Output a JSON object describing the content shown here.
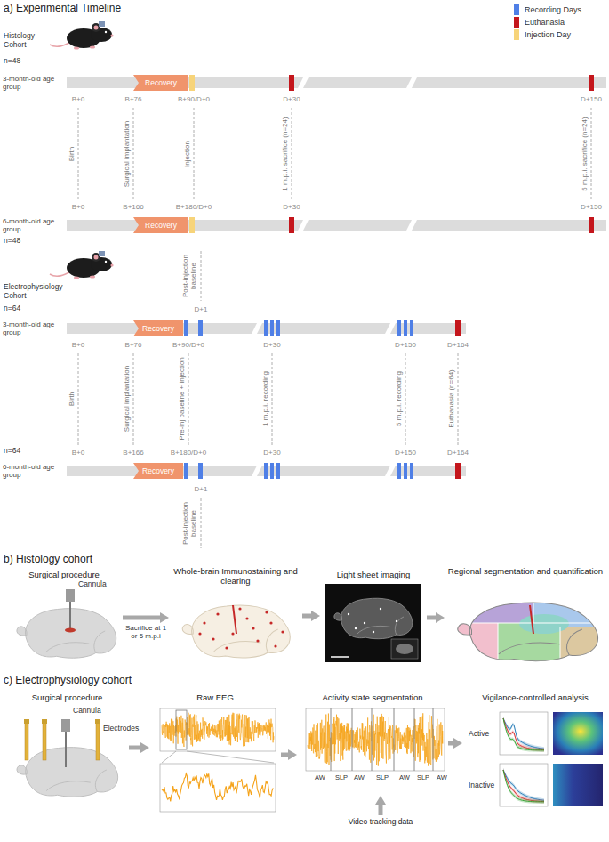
{
  "diagram": {
    "nodes": [
      {
        "text": [
          "3-month-old age group"
        ]
      },
      {
        "text": [
          "Recovery"
        ],
        "in": 0
      },
      {
        "text": [
          "6-month-old age group"
        ]
      },
      {
        "text": [
          "Recovery"
        ],
        "in": 2
      },
      {
        "text": [
          "3-month-old age group"
        ]
      },
      {
        "text": [
          "Recovery"
        ],
        "in": 4
      },
      {
        "text": [
          "6-month-old age group"
        ]
      },
      {
        "text": [
          "Recovery"
        ],
        "in": 6
      },
      {
        "text": [
          "Surgical procedure"
        ]
      },
      {
        "text": [
          "Whole-brain Immunostaining and clearing"
        ]
      },
      {
        "text": [
          "Light sheet imaging"
        ]
      },
      {
        "text": [
          "Regional segmentation and quantification"
        ]
      },
      {
        "text": [
          "Surgical procedure"
        ]
      },
      {
        "text": [
          "Raw EEG"
        ]
      },
      {
        "text": [
          "Activity state segmentation"
        ]
      },
      {
        "text": [
          "Video tracking data"
        ]
      },
      {
        "text": [
          "Vigilance-controlled analysis"
        ]
      }
    ],
    "edges": [
      {
        "from": 8,
        "to": 9,
        "arrow": "to",
        "label": "Sacrifice at 1 or 5 m.p.i"
      },
      {
        "from": 9,
        "to": 10,
        "arrow": "to"
      },
      {
        "from": 10,
        "to": 11,
        "arrow": "to"
      },
      {
        "from": 12,
        "to": 13,
        "arrow": "to"
      },
      {
        "from": 13,
        "to": 14,
        "arrow": "to"
      },
      {
        "from": 15,
        "to": 14,
        "arrow": "to"
      },
      {
        "from": 14,
        "to": 16,
        "arrow": "to"
      }
    ],
    "labels": [
      "a) Experimental Timeline",
      "Histology Cohort",
      "n=48",
      "B+0",
      "B+76",
      "B+90/D+0",
      "D+30",
      "D+150",
      "Birth",
      "Surgical implantation",
      "Injection",
      "1 m.p.i. sacrifice (n=24)",
      "5 m.p.i. sacrifice (n=24)",
      "B+0",
      "B+166",
      "B+180/D+0",
      "D+30",
      "D+150",
      "n=48",
      "Electrophysiology Cohort",
      "n=64",
      "Post-injection baseline",
      "D+1",
      "B+0",
      "B+76",
      "B+90/D+0",
      "D+30",
      "D+150",
      "D+164",
      "Birth",
      "Surgical implantation",
      "Pre-inj baseline + injection",
      "1 m.p.i. recording",
      "5 m.p.i. recording",
      "Euthanasia (n=64)",
      "n=64",
      "B+0",
      "B+166",
      "B+180/D+0",
      "D+30",
      "D+150",
      "D+164",
      "D+1",
      "Post-injection baseline",
      "b) Histology cohort",
      "Cannula",
      "c) Electrophysiology cohort",
      "Cannula",
      "Electrodes",
      "AW",
      "SLP",
      "AW",
      "SLP",
      "AW",
      "SLP",
      "AW",
      "Active",
      "Inactive"
    ],
    "legend": [
      {
        "text": "Recording Days",
        "color": "#4f7fe6"
      },
      {
        "text": "Euthanasia",
        "color": "#c4161c"
      },
      {
        "text": "Injection Day",
        "color": "#f7d47a"
      }
    ]
  }
}
